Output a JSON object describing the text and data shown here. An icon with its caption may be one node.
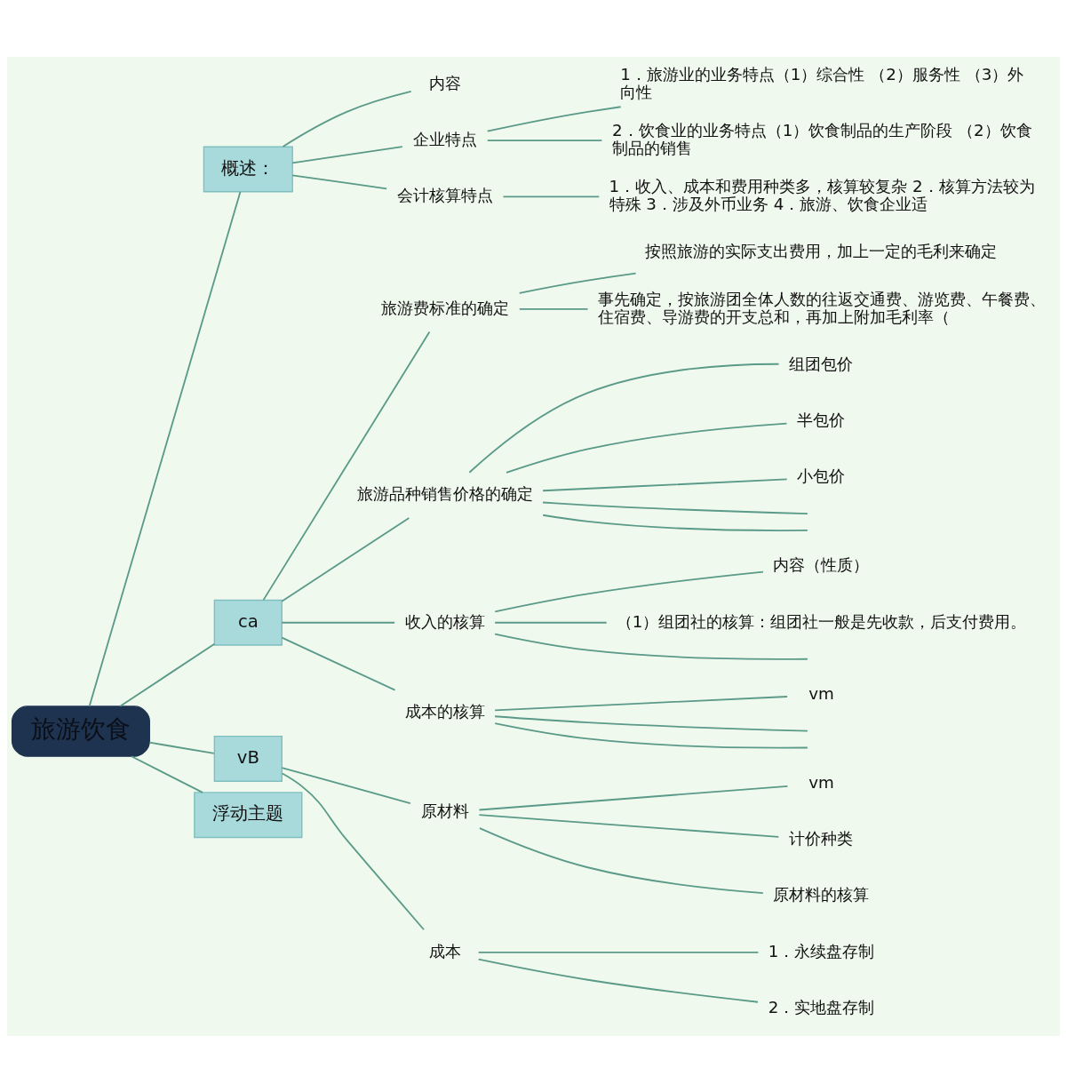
{
  "diagram": {
    "nodes": [
      {
        "text": [
          "旅游饮食"
        ]
      },
      {
        "text": [
          "概述："
        ]
      },
      {
        "text": [
          "内容"
        ]
      },
      {
        "text": [
          "企业特点"
        ]
      },
      {
        "text": [
          "1．旅游业的业务特点（1）综合性 （2）服务性 （3）外向性"
        ]
      },
      {
        "text": [
          "2．饮食业的业务特点（1）饮食制品的生产阶段 （2）饮食制品的销售"
        ]
      },
      {
        "text": [
          "会计核算特点"
        ]
      },
      {
        "text": [
          "1．收入、成本和费用种类多，核算较复杂 2．核算方法较为特殊 3．涉及外币业务 4．旅游、饮食企业适"
        ]
      },
      {
        "text": [
          "ca"
        ]
      },
      {
        "text": [
          "旅游费标准的确定"
        ]
      },
      {
        "text": [
          "按照旅游的实际支出费用，加上一定的毛利来确定"
        ]
      },
      {
        "text": [
          "事先确定，按旅游团全体人数的往返交通费、游览费、午餐费、住宿费、导游费的开支总和，再加上附加毛利率（"
        ]
      },
      {
        "text": [
          "旅游品种销售价格的确定"
        ]
      },
      {
        "text": [
          "组团包价"
        ]
      },
      {
        "text": [
          "半包价"
        ]
      },
      {
        "text": [
          "小包价"
        ]
      },
      {
        "text": [
          "收入的核算"
        ]
      },
      {
        "text": [
          "内容（性质）"
        ]
      },
      {
        "text": [
          "（1）组团社的核算：组团社一般是先收款，后支付费用。"
        ]
      },
      {
        "text": [
          "成本的核算"
        ]
      },
      {
        "text": [
          "vm"
        ]
      },
      {
        "text": [
          "vB"
        ]
      },
      {
        "text": [
          "原材料"
        ]
      },
      {
        "text": [
          "vm"
        ]
      },
      {
        "text": [
          "计价种类"
        ]
      },
      {
        "text": [
          "原材料的核算"
        ]
      },
      {
        "text": [
          "成本"
        ]
      },
      {
        "text": [
          "1．永续盘存制"
        ]
      },
      {
        "text": [
          "2．实地盘存制"
        ]
      },
      {
        "text": [
          "浮动主题"
        ]
      }
    ],
    "edges": [
      {
        "from": 0,
        "to": 1,
        "arrow": "none"
      },
      {
        "from": 1,
        "to": 2,
        "arrow": "none"
      },
      {
        "from": 1,
        "to": 3,
        "arrow": "none"
      },
      {
        "from": 3,
        "to": 4,
        "arrow": "none"
      },
      {
        "from": 3,
        "to": 5,
        "arrow": "none"
      },
      {
        "from": 1,
        "to": 6,
        "arrow": "none"
      },
      {
        "from": 6,
        "to": 7,
        "arrow": "none"
      },
      {
        "from": 0,
        "to": 8,
        "arrow": "none"
      },
      {
        "from": 8,
        "to": 9,
        "arrow": "none"
      },
      {
        "from": 9,
        "to": 10,
        "arrow": "none"
      },
      {
        "from": 9,
        "to": 11,
        "arrow": "none"
      },
      {
        "from": 8,
        "to": 12,
        "arrow": "none"
      },
      {
        "from": 12,
        "to": 13,
        "arrow": "none"
      },
      {
        "from": 12,
        "to": 14,
        "arrow": "none"
      },
      {
        "from": 12,
        "to": 15,
        "arrow": "none"
      },
      {
        "from": 12,
        "to": null,
        "arrow": "none"
      },
      {
        "from": 12,
        "to": null,
        "arrow": "none"
      },
      {
        "from": 8,
        "to": 16,
        "arrow": "none"
      },
      {
        "from": 16,
        "to": 17,
        "arrow": "none"
      },
      {
        "from": 16,
        "to": 18,
        "arrow": "none"
      },
      {
        "from": 16,
        "to": null,
        "arrow": "none"
      },
      {
        "from": 8,
        "to": 19,
        "arrow": "none"
      },
      {
        "from": 19,
        "to": 20,
        "arrow": "none"
      },
      {
        "from": 19,
        "to": null,
        "arrow": "none"
      },
      {
        "from": 19,
        "to": null,
        "arrow": "none"
      },
      {
        "from": 0,
        "to": 21,
        "arrow": "none"
      },
      {
        "from": 21,
        "to": 22,
        "arrow": "none"
      },
      {
        "from": 22,
        "to": 23,
        "arrow": "none"
      },
      {
        "from": 22,
        "to": 24,
        "arrow": "none"
      },
      {
        "from": 22,
        "to": 25,
        "arrow": "none"
      },
      {
        "from": 21,
        "to": 26,
        "arrow": "none"
      },
      {
        "from": 26,
        "to": 27,
        "arrow": "none"
      },
      {
        "from": 26,
        "to": 28,
        "arrow": "none"
      },
      {
        "from": 0,
        "to": 29,
        "arrow": "none"
      }
    ]
  }
}
